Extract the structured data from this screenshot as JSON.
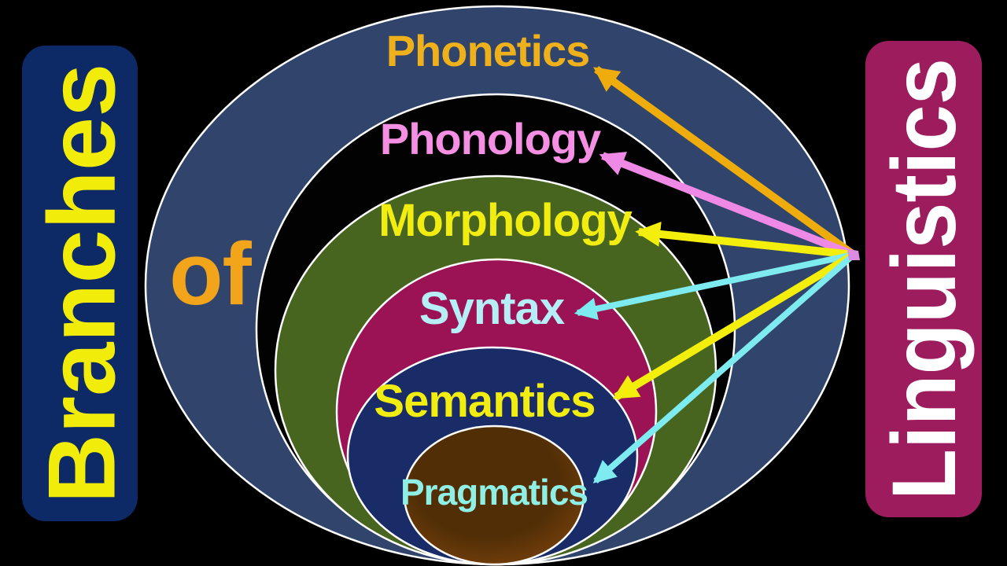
{
  "left_banner": {
    "label": "Branches",
    "bg_color": "#0d2966",
    "text_color": "#f1ec09"
  },
  "connector_word": {
    "label": "of",
    "color": "#f2a51a"
  },
  "right_banner": {
    "label": "Linguistics",
    "bg_color": "#9d1c5e",
    "text_color": "#ffffff"
  },
  "diagram": {
    "background": "#000000",
    "outline_color": "#ffffff",
    "origin_node_color": "#db8ce0",
    "rings": [
      {
        "name": "phonetics",
        "label": "Phonetics",
        "label_color": "#efb11b",
        "fill": "#31456c",
        "arrow_color": "#eeac0d"
      },
      {
        "name": "phonology",
        "label": "Phonology",
        "label_color": "#f48fe4",
        "fill": "#020202",
        "arrow_color": "#ef89e6"
      },
      {
        "name": "morphology",
        "label": "Morphology",
        "label_color": "#f2ed10",
        "fill": "#47651f",
        "arrow_color": "#f3ee0c"
      },
      {
        "name": "syntax",
        "label": "Syntax",
        "label_color": "#b5eef5",
        "fill": "#9c1355",
        "arrow_color": "#7eebf0"
      },
      {
        "name": "semantics",
        "label": "Semantics",
        "label_color": "#f2ed10",
        "fill": "#1a2c67",
        "arrow_color": "#f3ee0c"
      },
      {
        "name": "pragmatics",
        "label": "Pragmatics",
        "label_color": "#8fefe4",
        "fill_center": "#512e06",
        "fill_edge": "#8a4a10",
        "arrow_color": "#7eebf0"
      }
    ]
  }
}
